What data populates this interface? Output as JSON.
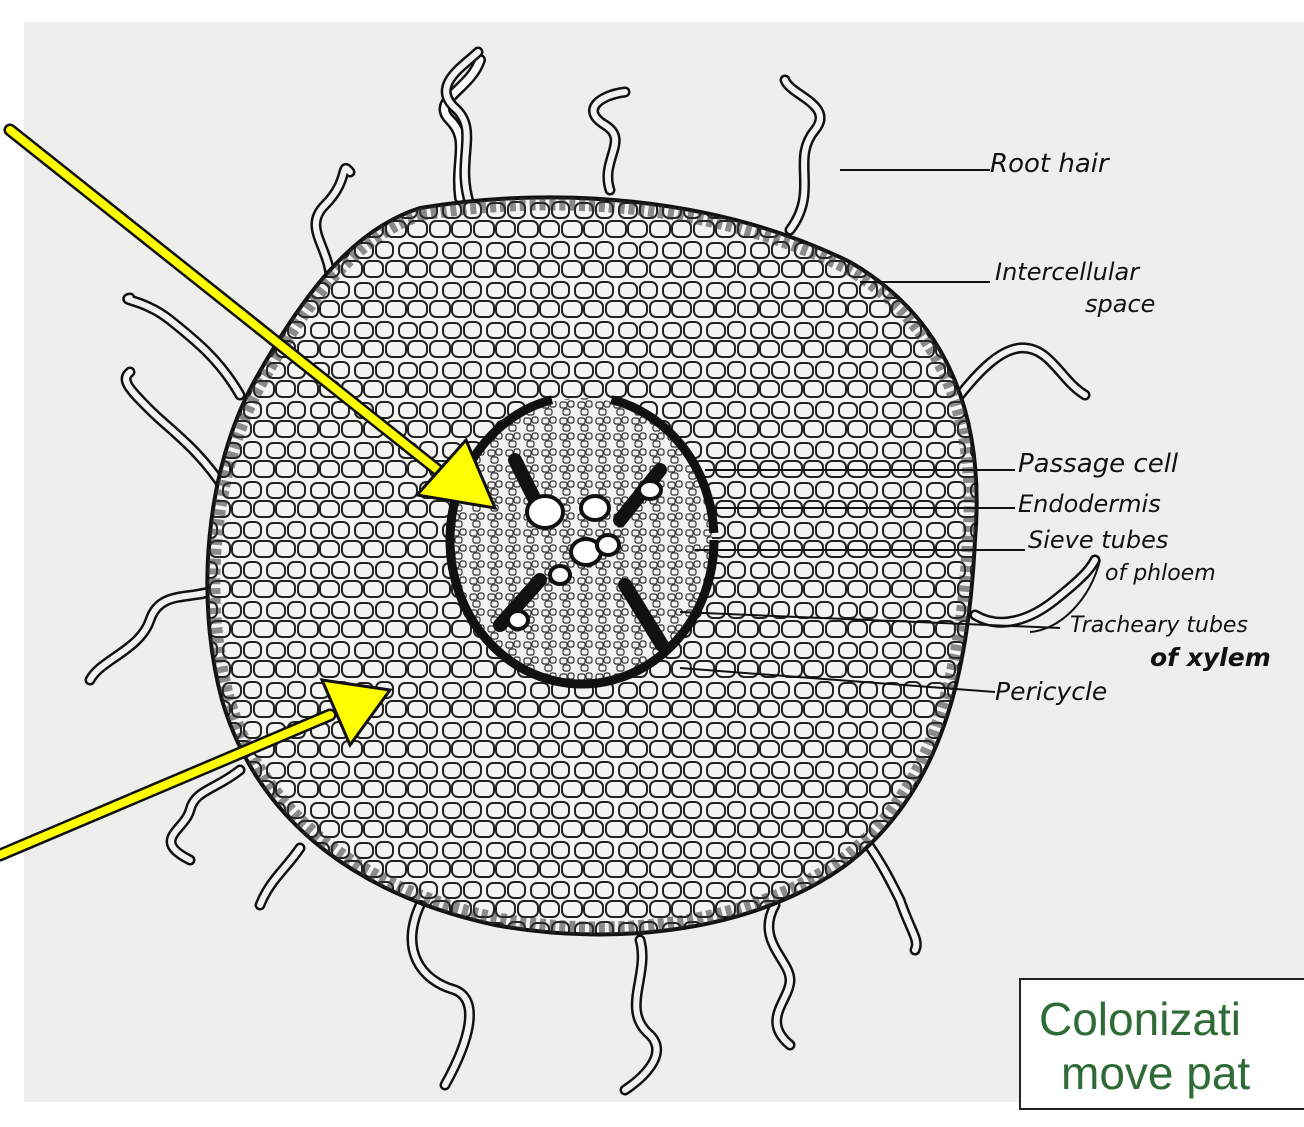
{
  "diagram": {
    "labels": {
      "root_hair": "Root hair",
      "intercellular_1": "Intercellular",
      "intercellular_2": "space",
      "passage_cell": "Passage cell",
      "endodermis": "Endodermis",
      "sieve_1": "Sieve tubes",
      "sieve_2": "of phloem",
      "tracheary_1": "Tracheary tubes",
      "tracheary_2": "of xylem",
      "pericycle": "Pericycle"
    },
    "arrow_color": "#ffff00",
    "line_color": "#111111"
  },
  "callout": {
    "line1": "Colonizati",
    "line2": "move pat",
    "text_color": "#2e6b36"
  }
}
